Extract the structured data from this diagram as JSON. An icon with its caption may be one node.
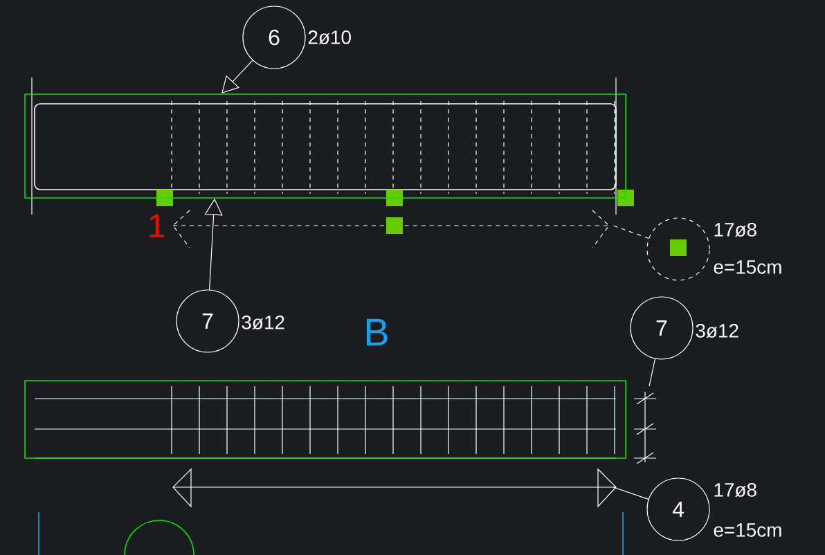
{
  "diagram": {
    "nodes": [
      {
        "text": [
          "6"
        ],
        "beside": [
          "2ø10"
        ]
      },
      {
        "text": [
          "7"
        ],
        "beside": [
          "3ø12"
        ]
      },
      {
        "text": [],
        "shape": "circle",
        "beside": [
          "17ø8",
          "e=15cm"
        ]
      },
      {
        "text": [
          "7"
        ],
        "beside": [
          "3ø12"
        ]
      },
      {
        "text": [
          "4"
        ],
        "beside": [
          "17ø8",
          "e=15cm"
        ]
      },
      {
        "text": [],
        "shape": "box"
      },
      {
        "text": [],
        "shape": "box"
      }
    ],
    "edges": [
      {
        "from": 0,
        "to": 5,
        "arrow": "to"
      },
      {
        "from": 1,
        "to": 5,
        "arrow": "to"
      },
      {
        "from": 2,
        "to": null,
        "arrow": "none",
        "style": "dashed"
      },
      {
        "from": 3,
        "to": null,
        "arrow": "none"
      },
      {
        "from": 4,
        "to": null,
        "arrow": "none"
      }
    ],
    "labels": [
      "1",
      "B"
    ]
  }
}
